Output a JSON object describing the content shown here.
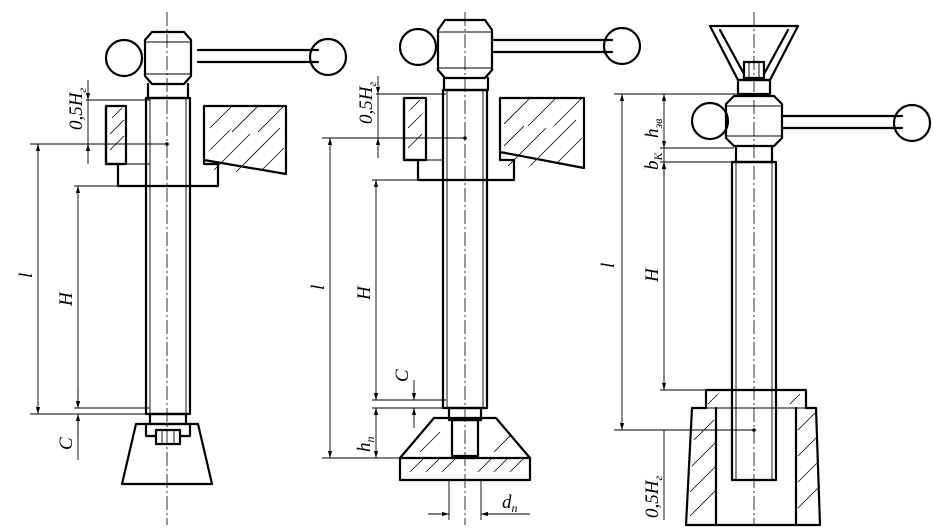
{
  "labels": {
    "fig1": {
      "half_h": "0,5H",
      "half_h_sub": "г",
      "l": "l",
      "H": "H",
      "C": "C"
    },
    "fig2": {
      "half_h": "0,5H",
      "half_h_sub": "г",
      "l": "l",
      "H": "H",
      "C": "C",
      "h": "h",
      "h_sub": "п",
      "d": "d",
      "d_sub": "п"
    },
    "fig3": {
      "h": "h",
      "h_sub": "зв",
      "b": "b",
      "b_sub": "К",
      "l": "l",
      "H": "H",
      "half_h": "0,5H",
      "half_h_sub": "г"
    }
  }
}
